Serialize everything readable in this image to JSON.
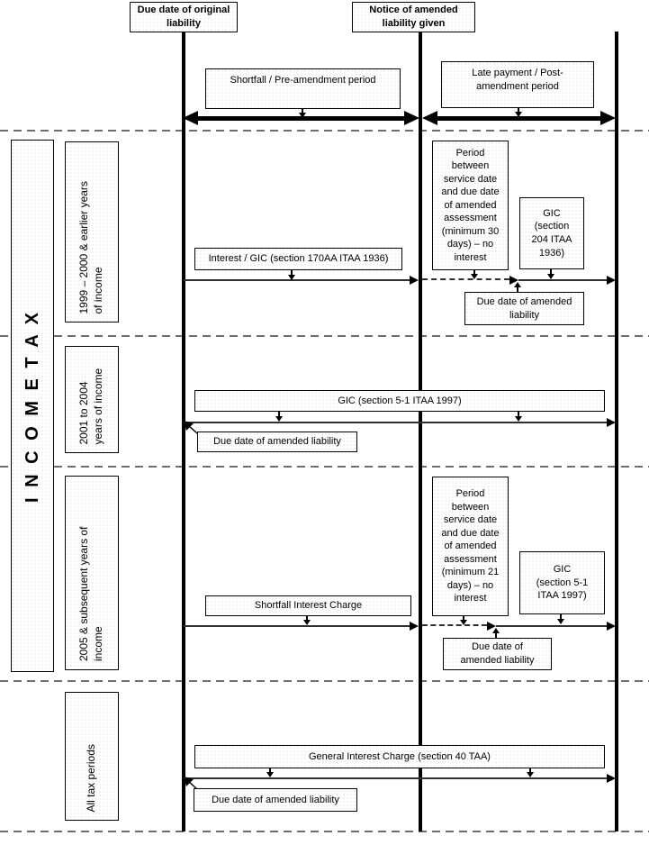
{
  "header": {
    "col1": "Due date of original\nliability",
    "col2": "Notice of amended\nliability given"
  },
  "periods": {
    "pre": "Shortfall / Pre-amendment period",
    "post": "Late payment / Post-\namendment period"
  },
  "sidebar": {
    "title": "I N C O M E   T A X"
  },
  "rows": [
    {
      "label": "1999 – 2000 & earlier years\nof income",
      "interest": "Interest / GIC (section 170AA ITAA 1936)",
      "period": "Period\nbetween\nservice date\nand due date\nof amended\nassessment\n(minimum 30\ndays) – no\ninterest",
      "gic": "GIC\n(section\n204 ITAA\n1936)",
      "due": "Due date of amended\nliability"
    },
    {
      "label": "2001 to 2004\nyears of income",
      "gic": "GIC (section 5-1 ITAA 1997)",
      "due": "Due date of amended liability"
    },
    {
      "label": "2005 & subsequent years of\nincome",
      "interest": "Shortfall Interest Charge",
      "period": "Period\nbetween\nservice date\nand due date\nof amended\nassessment\n(minimum 21\ndays) – no\ninterest",
      "gic": "GIC\n(section 5-1\nITAA 1997)",
      "due": "Due date of\namended liability"
    },
    {
      "label": "All tax periods",
      "gic": "General Interest Charge (section 40 TAA)",
      "due": "Due date of amended liability"
    }
  ],
  "colors": {
    "line": "#000000",
    "separator_dash": "#6e6e6e",
    "box_fill": "#ffffff",
    "box_dot": "#c9c9c9"
  }
}
